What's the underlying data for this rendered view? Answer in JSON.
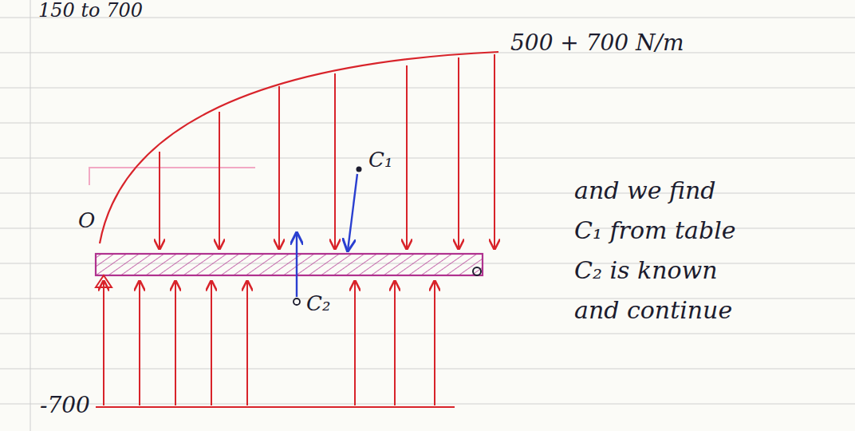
{
  "diagram": {
    "labels": [
      "150 to 700",
      "500 + 700 N/m",
      "O",
      "C₁",
      "C₂",
      "and we find",
      "C₁ from table",
      "C₂ is known",
      "and continue",
      "-700"
    ]
  }
}
